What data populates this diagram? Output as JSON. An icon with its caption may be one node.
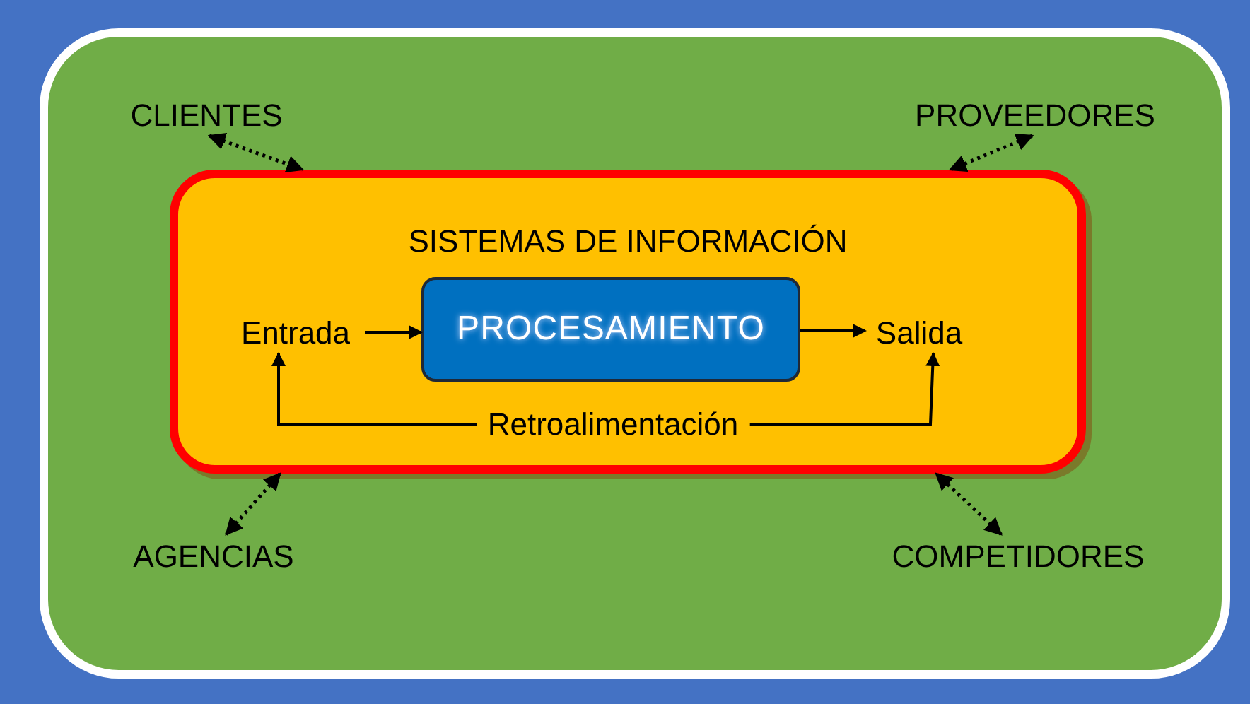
{
  "diagram": {
    "nodes": [
      {
        "text": [
          "CLIENTES"
        ]
      },
      {
        "text": [
          "PROVEEDORES"
        ]
      },
      {
        "text": [
          "SISTEMAS DE INFORMACIÓN"
        ]
      },
      {
        "text": [
          "Entrada"
        ],
        "in": 2
      },
      {
        "text": [
          "PROCESAMIENTO"
        ],
        "in": 2
      },
      {
        "text": [
          "Salida"
        ],
        "in": 2
      },
      {
        "text": [
          "AGENCIAS"
        ]
      },
      {
        "text": [
          "COMPETIDORES"
        ]
      }
    ],
    "edges": [
      {
        "from": 0,
        "to": 2,
        "arrow": "both",
        "style": "dashed"
      },
      {
        "from": 1,
        "to": 2,
        "arrow": "both",
        "style": "dashed"
      },
      {
        "from": 6,
        "to": 2,
        "arrow": "both",
        "style": "dashed"
      },
      {
        "from": 7,
        "to": 2,
        "arrow": "both",
        "style": "dashed"
      },
      {
        "from": 3,
        "to": 4,
        "arrow": "to"
      },
      {
        "from": 4,
        "to": 5,
        "arrow": "to"
      },
      {
        "from": 5,
        "to": 3,
        "arrow": "both",
        "label": "Retroalimentación"
      }
    ]
  }
}
